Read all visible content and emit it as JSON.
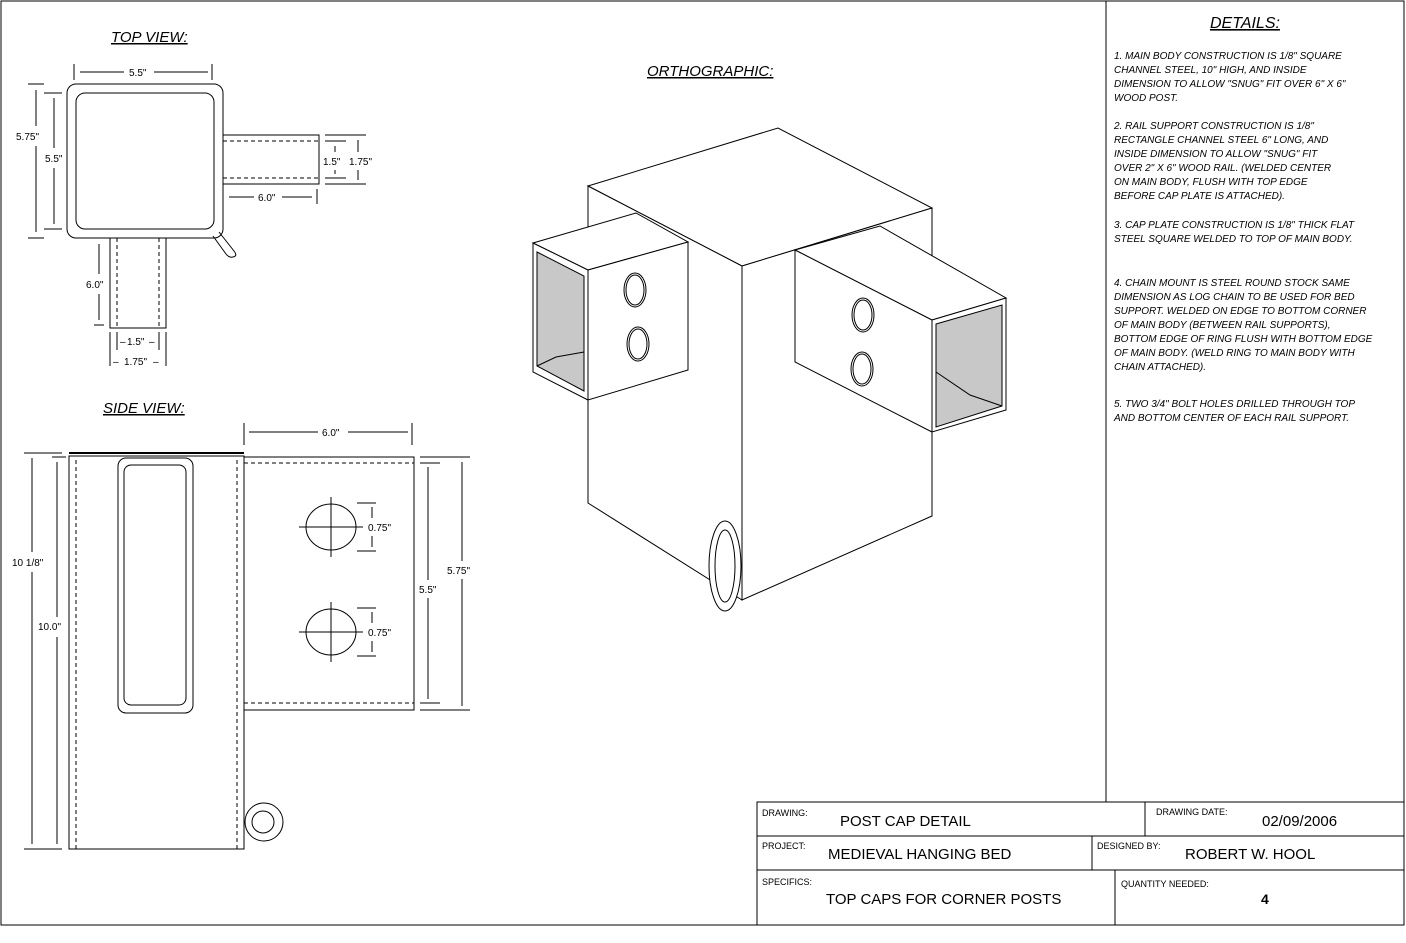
{
  "views": {
    "top_title": "TOP VIEW:",
    "side_title": "SIDE VIEW:",
    "ortho_title": "ORTHOGRAPHIC:"
  },
  "top_view_dims": {
    "width": "5.5\"",
    "outer_height": "5.75\"",
    "inner_height": "5.5\"",
    "rail_inner": "1.5\"",
    "rail_outer": "1.75\"",
    "rail_length_right": "6.0\"",
    "rail_length_down": "6.0\"",
    "rail_inner_down": "1.5\"",
    "rail_outer_down": "1.75\""
  },
  "side_view_dims": {
    "rail_length": "6.0\"",
    "overall_height": "10 1/8\"",
    "body_height": "10.0\"",
    "hole_top": "0.75\"",
    "hole_bottom": "0.75\"",
    "rail_inner_height": "5.5\"",
    "rail_outer_height": "5.75\""
  },
  "details": {
    "title": "DETAILS:",
    "notes": [
      [
        "1.  MAIN BODY CONSTRUCTION IS 1/8\" SQUARE",
        "CHANNEL STEEL, 10\" HIGH, AND INSIDE",
        "DIMENSION TO ALLOW \"SNUG\" FIT OVER 6\" X 6\"",
        "WOOD POST."
      ],
      [
        "2.   RAIL SUPPORT CONSTRUCTION IS 1/8\"",
        "RECTANGLE CHANNEL STEEL 6\" LONG, AND",
        "INSIDE DIMENSION TO ALLOW \"SNUG\" FIT",
        "OVER 2\" X 6\" WOOD RAIL.  (WELDED CENTER",
        "ON MAIN BODY, FLUSH WITH TOP EDGE",
        "BEFORE CAP PLATE IS ATTACHED)."
      ],
      [
        "3.   CAP PLATE CONSTRUCTION IS 1/8\" THICK FLAT",
        "STEEL SQUARE WELDED TO TOP OF MAIN BODY."
      ],
      [
        "4.   CHAIN MOUNT IS STEEL ROUND STOCK SAME",
        "DIMENSION AS LOG CHAIN TO BE USED FOR BED",
        "SUPPORT.  WELDED ON EDGE TO BOTTOM CORNER",
        "OF MAIN BODY (BETWEEN RAIL SUPPORTS),",
        "BOTTOM EDGE OF RING FLUSH WITH BOTTOM EDGE",
        "OF MAIN BODY.  (WELD RING TO MAIN BODY WITH",
        "CHAIN ATTACHED)."
      ],
      [
        "5.   TWO 3/4\" BOLT HOLES DRILLED THROUGH TOP",
        "AND BOTTOM CENTER OF EACH RAIL SUPPORT."
      ]
    ]
  },
  "title_block": {
    "drawing_label": "DRAWING:",
    "drawing_value": "POST CAP DETAIL",
    "date_label": "DRAWING DATE:",
    "date_value": "02/09/2006",
    "project_label": "PROJECT:",
    "project_value": "MEDIEVAL HANGING BED",
    "designer_label": "DESIGNED BY:",
    "designer_value": "ROBERT W. HOOL",
    "specifics_label": "SPECIFICS:",
    "specifics_value": "TOP CAPS FOR CORNER POSTS",
    "quantity_label": "QUANTITY NEEDED:",
    "quantity_value": "4"
  },
  "colors": {
    "line": "#000000",
    "channel_inside": "#c8c8c8",
    "paper": "#ffffff"
  }
}
